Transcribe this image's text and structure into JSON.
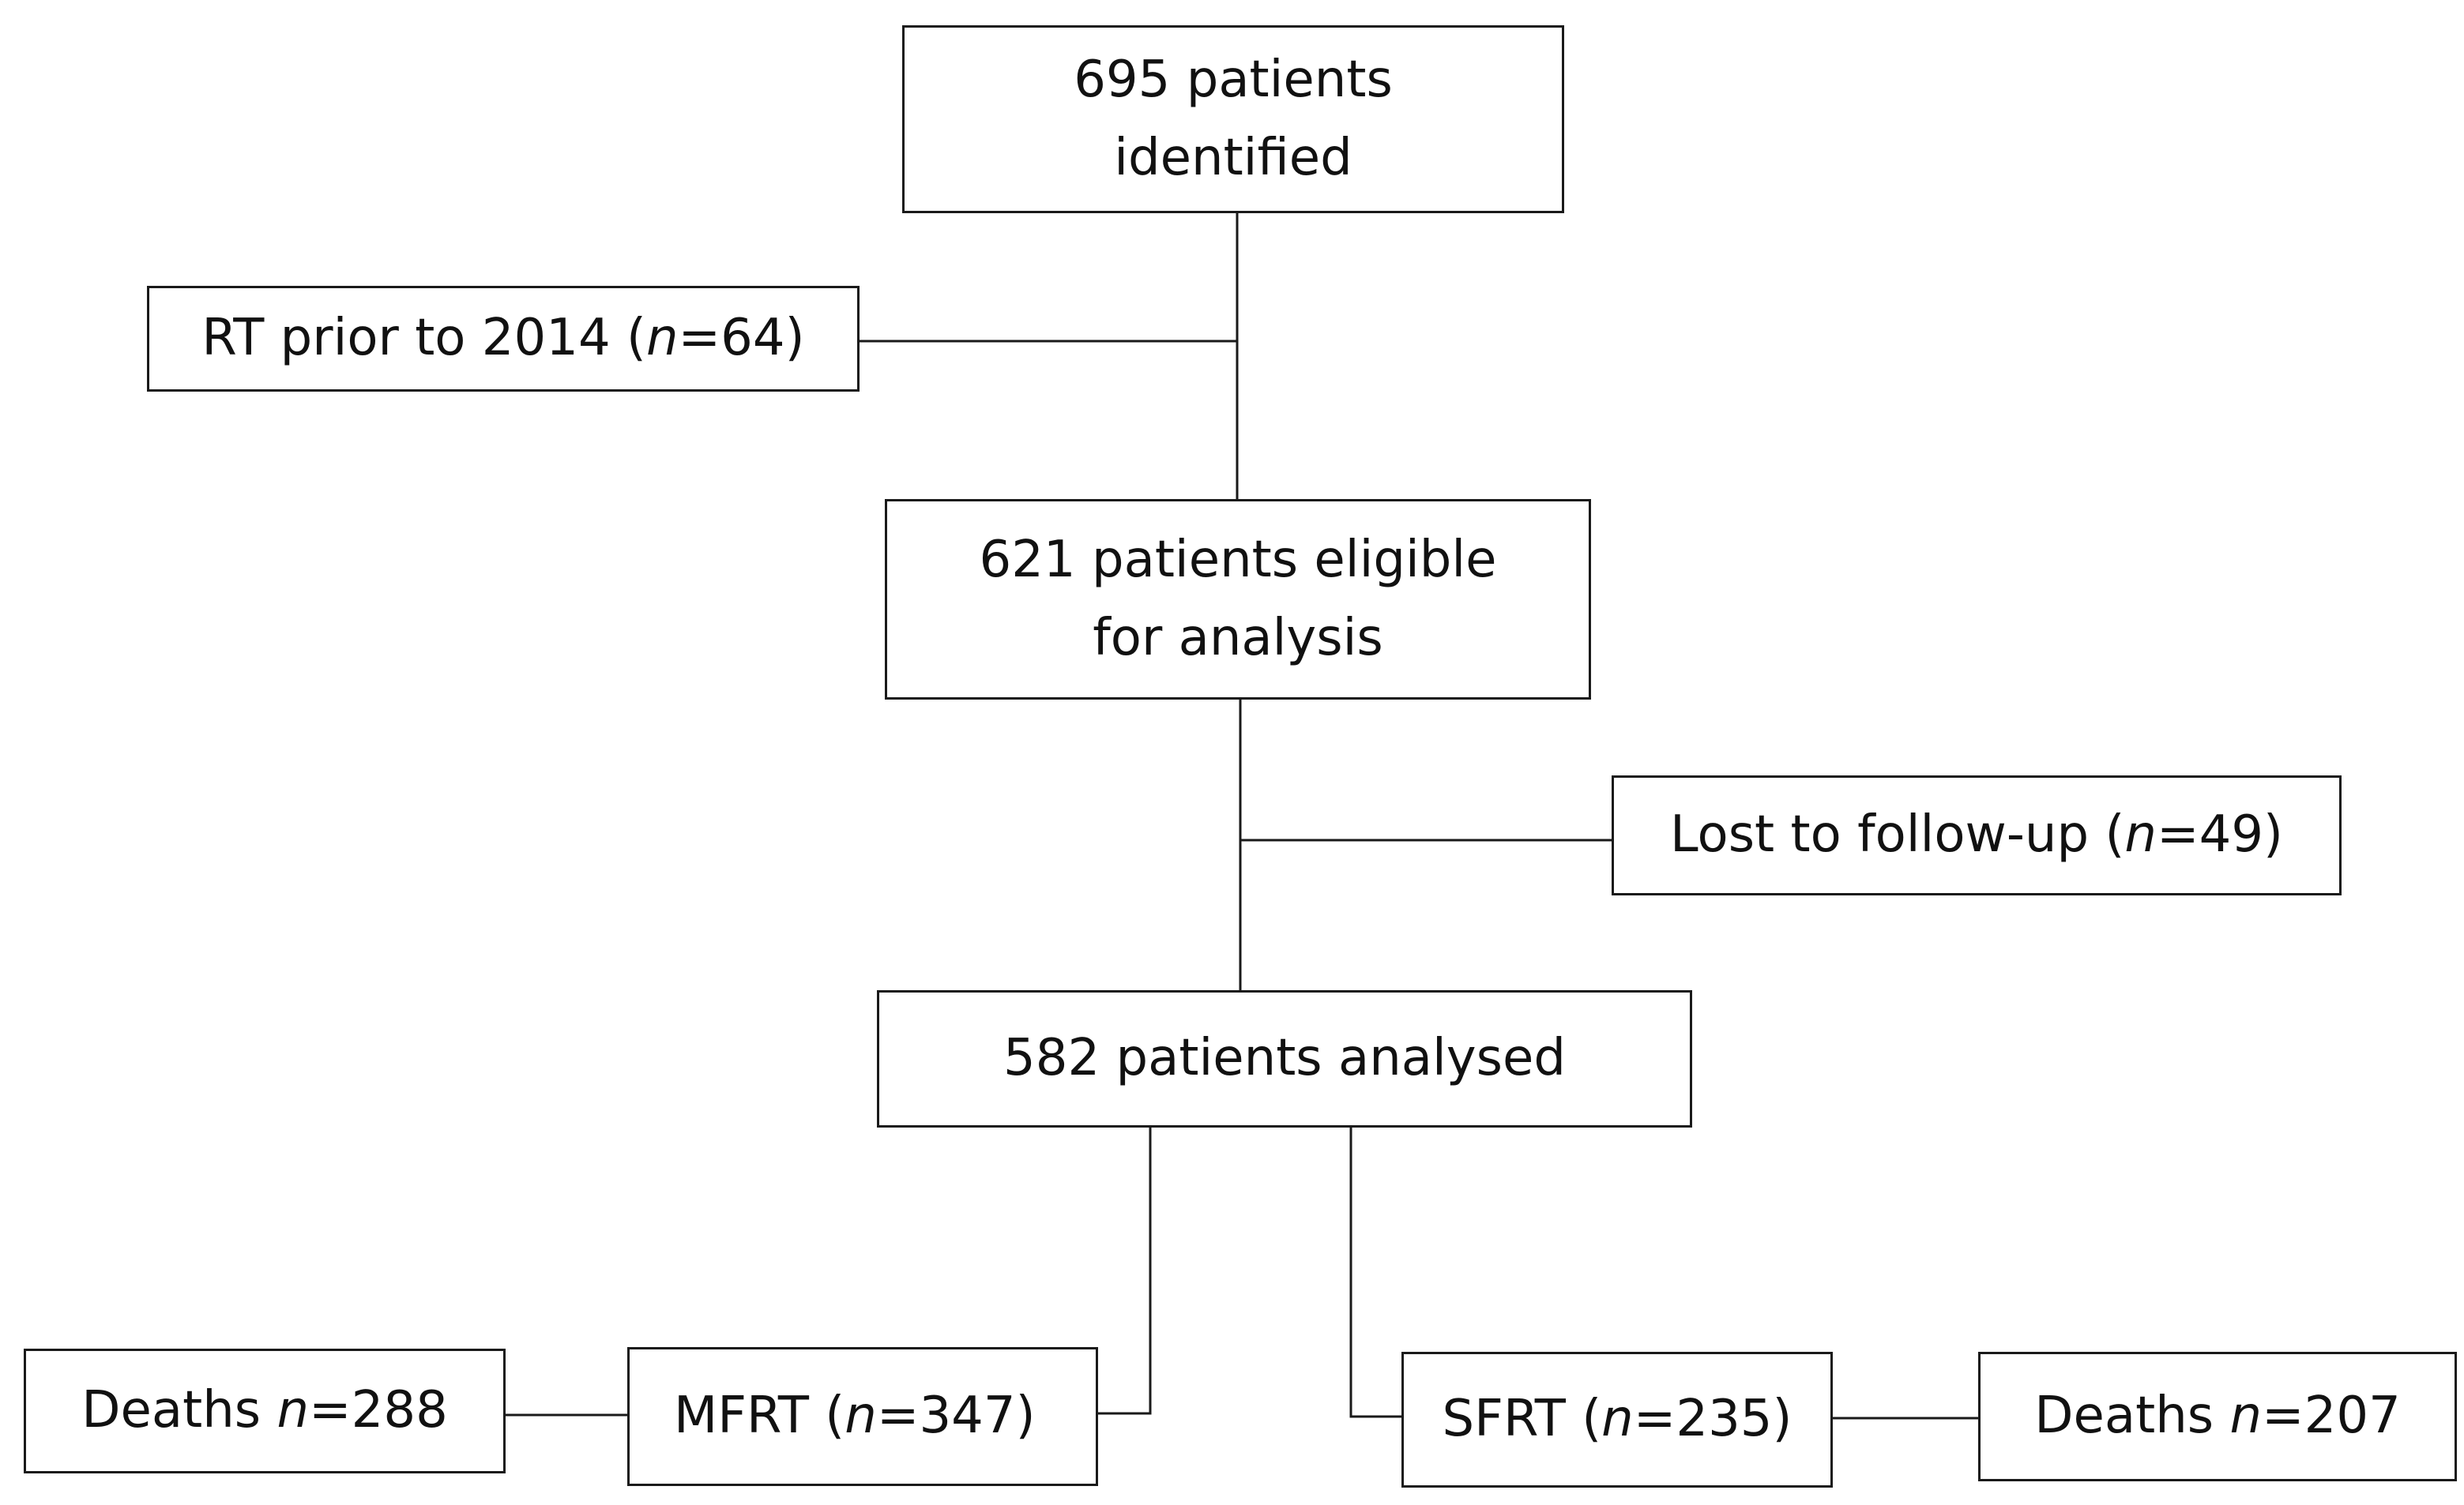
{
  "flowchart": {
    "nodes": {
      "identified": {
        "line1": "695 patients",
        "line2": "identified"
      },
      "excluded_rt": {
        "prefix": "RT prior to 2014 (",
        "n_symbol": "n",
        "suffix": "=64)"
      },
      "eligible": {
        "line1": "621 patients eligible",
        "line2": "for analysis"
      },
      "lost_follow_up": {
        "prefix": "Lost to follow-up (",
        "n_symbol": "n",
        "suffix": "=49)"
      },
      "analysed": {
        "line1": "582 patients analysed"
      },
      "mfrt": {
        "prefix": "MFRT (",
        "n_symbol": "n",
        "suffix": "=347)"
      },
      "sfrt": {
        "prefix": "SFRT (",
        "n_symbol": "n",
        "suffix": "=235)"
      },
      "mfrt_deaths": {
        "prefix": "Deaths ",
        "n_symbol": "n",
        "suffix": "=288"
      },
      "sfrt_deaths": {
        "prefix": "Deaths ",
        "n_symbol": "n",
        "suffix": "=207"
      }
    },
    "colors": {
      "line": "#1a1a1a",
      "box_border": "#1a1a1a",
      "background": "#ffffff",
      "text": "#111111"
    }
  }
}
